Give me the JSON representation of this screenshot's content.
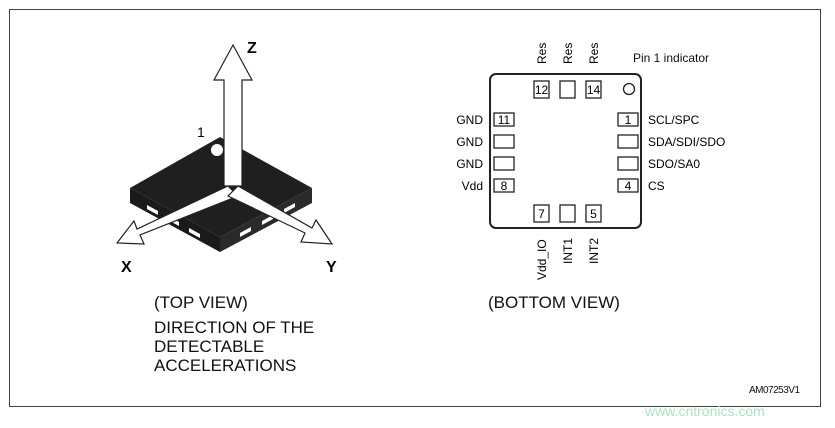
{
  "top_view": {
    "axis_z": "Z",
    "axis_x": "X",
    "axis_y": "Y",
    "pin_one": "1",
    "caption": "(TOP VIEW)",
    "description": "DIRECTION OF THE\nDETECTABLE\nACCELERATIONS"
  },
  "bottom_view": {
    "caption": "(BOTTOM VIEW)",
    "pin1_indicator": "Pin 1 indicator",
    "top_pin_labels": [
      "Res",
      "Res",
      "Res"
    ],
    "top_pin_numbers": [
      "12",
      "",
      "14"
    ],
    "bottom_pin_labels": [
      "Vdd_IO",
      "INT1",
      "INT2"
    ],
    "bottom_pin_numbers": [
      "7",
      "",
      "5"
    ],
    "left_pin_labels": [
      "GND",
      "GND",
      "GND",
      "Vdd"
    ],
    "left_pin_numbers": [
      "11",
      "",
      "",
      "8"
    ],
    "right_pin_labels": [
      "SCL/SPC",
      "SDA/SDI/SDO",
      "SDO/SA0",
      "CS"
    ],
    "right_pin_numbers": [
      "1",
      "",
      "",
      "4"
    ]
  },
  "figure_id": "AM07253V1",
  "watermark": "www.cntronics.com"
}
